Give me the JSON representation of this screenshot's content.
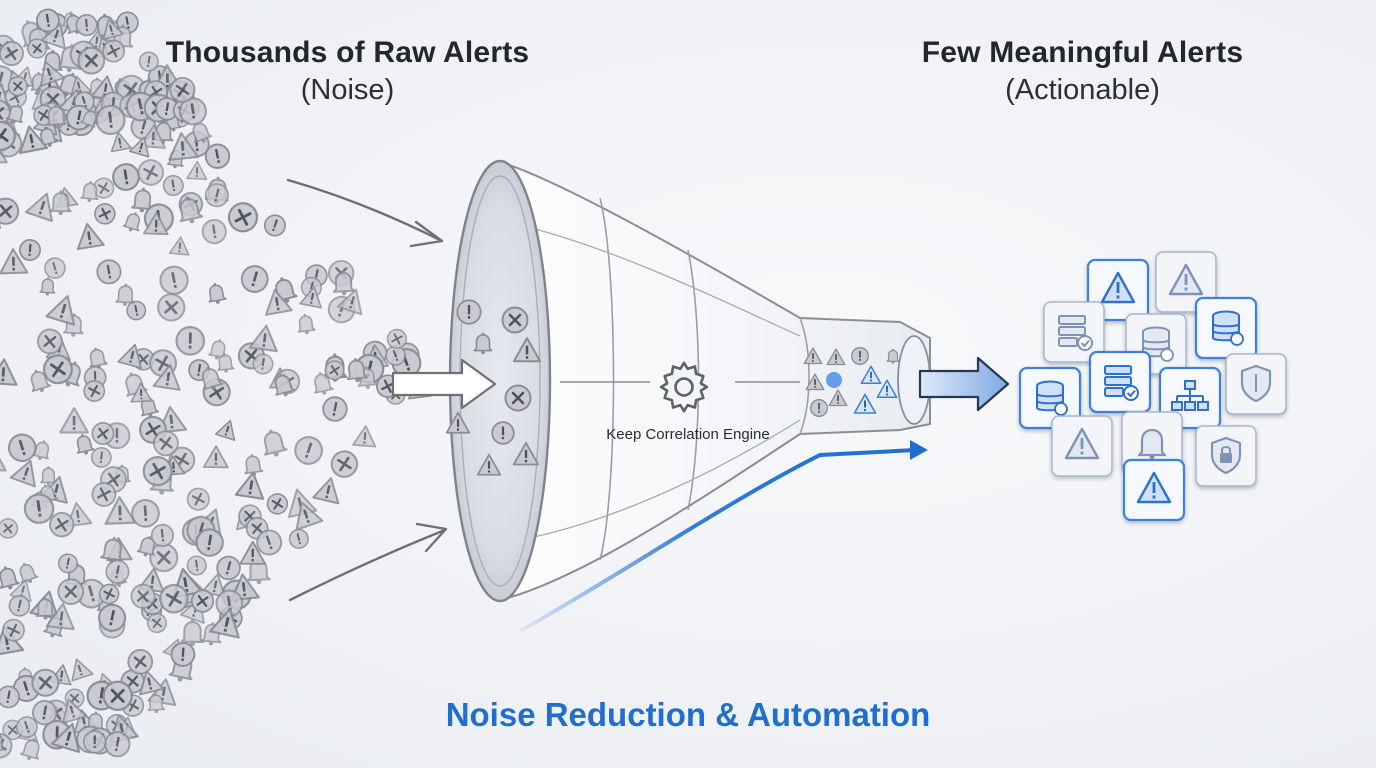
{
  "left_heading": {
    "title": "Thousands of Raw Alerts",
    "subtitle": "(Noise)"
  },
  "right_heading": {
    "title": "Few Meaningful Alerts",
    "subtitle": "(Actionable)"
  },
  "engine": {
    "label": "Keep Correlation Engine",
    "icon": "gear-icon"
  },
  "caption": "Noise Reduction & Automation",
  "noise_icon_types": [
    "warning-triangle-icon",
    "bell-icon",
    "exclamation-circle-icon",
    "x-circle-icon"
  ],
  "output_cards": [
    {
      "icon": "warning-triangle-icon",
      "highlight": true
    },
    {
      "icon": "warning-triangle-icon",
      "highlight": false
    },
    {
      "icon": "server-check-icon",
      "highlight": false
    },
    {
      "icon": "database-icon",
      "highlight": false
    },
    {
      "icon": "database-icon",
      "highlight": true
    },
    {
      "icon": "database-icon",
      "highlight": true
    },
    {
      "icon": "server-check-icon",
      "highlight": true
    },
    {
      "icon": "network-tree-icon",
      "highlight": true
    },
    {
      "icon": "shield-icon",
      "highlight": false
    },
    {
      "icon": "warning-triangle-icon",
      "highlight": false
    },
    {
      "icon": "bell-icon",
      "highlight": false
    },
    {
      "icon": "lock-shield-icon",
      "highlight": false
    },
    {
      "icon": "warning-triangle-icon",
      "highlight": true
    }
  ],
  "colors": {
    "accent": "#1f6fd1",
    "noise_gray": "#8e9198",
    "card_border": "#5b8fe0",
    "text": "#23262d"
  }
}
